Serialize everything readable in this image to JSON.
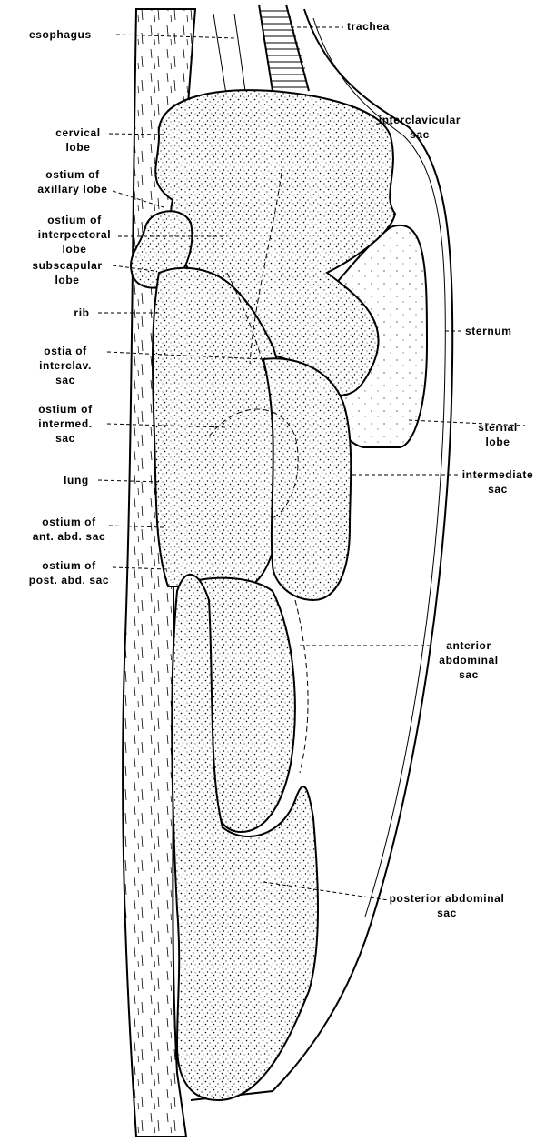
{
  "labels": {
    "esophagus": "esophagus",
    "trachea": "trachea",
    "cervical_1": "cervical",
    "cervical_2": "lobe",
    "interclavicular_1": "interclavicular",
    "interclavicular_2": "sac",
    "axillary_1": "ostium of",
    "axillary_2": "axillary lobe",
    "interpectoral_1": "ostium of",
    "interpectoral_2": "interpectoral",
    "interpectoral_3": "lobe",
    "subscapular_1": "subscapular",
    "subscapular_2": "lobe",
    "rib": "rib",
    "sternum": "sternum",
    "ostia_1": "ostia of",
    "ostia_2": "interclav.",
    "ostia_3": "sac",
    "sternal_1": "sternal",
    "sternal_2": "lobe",
    "intermed_ost_1": "ostium of",
    "intermed_ost_2": "intermed.",
    "intermed_ost_3": "sac",
    "lung": "lung",
    "intermediate_1": "intermediate",
    "intermediate_2": "sac",
    "antabd_ost_1": "ostium of",
    "antabd_ost_2": "ant. abd. sac",
    "postabd_ost_1": "ostium of",
    "postabd_ost_2": "post. abd. sac",
    "anterior_1": "anterior",
    "anterior_2": "abdominal",
    "anterior_3": "sac",
    "posterior_1": "posterior abdominal",
    "posterior_2": "sac"
  }
}
